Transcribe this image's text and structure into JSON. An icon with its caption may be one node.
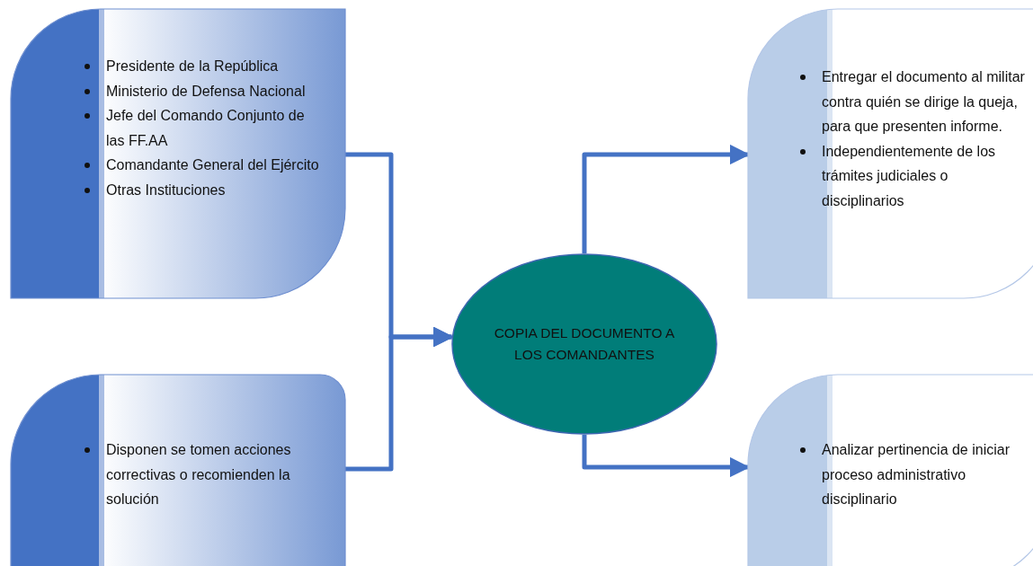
{
  "diagram": {
    "nodes": [
      {
        "text": [
          "Presidente de la República",
          "Ministerio de Defensa Nacional",
          "Jefe del Comando Conjunto de las FF.AA",
          "Comandante General del Ejército",
          "Otras Instituciones"
        ]
      },
      {
        "text": [
          "Disponen se tomen acciones correctivas o recomienden la solución"
        ]
      },
      {
        "text": [
          "COPIA DEL DOCUMENTO A LOS COMANDANTES"
        ]
      },
      {
        "text": [
          "Entregar el documento al militar contra quién se dirige la queja, para que presenten informe.",
          "Independientemente de los trámites judiciales o disciplinarios"
        ]
      },
      {
        "text": [
          "Analizar pertinencia de iniciar proceso administrativo disciplinario"
        ]
      }
    ],
    "edges": [
      {
        "from": 0,
        "to": 2,
        "arrow": "to"
      },
      {
        "from": 1,
        "to": 2,
        "arrow": "to"
      },
      {
        "from": 2,
        "to": 3,
        "arrow": "to"
      },
      {
        "from": 2,
        "to": 4,
        "arrow": "to"
      }
    ]
  }
}
